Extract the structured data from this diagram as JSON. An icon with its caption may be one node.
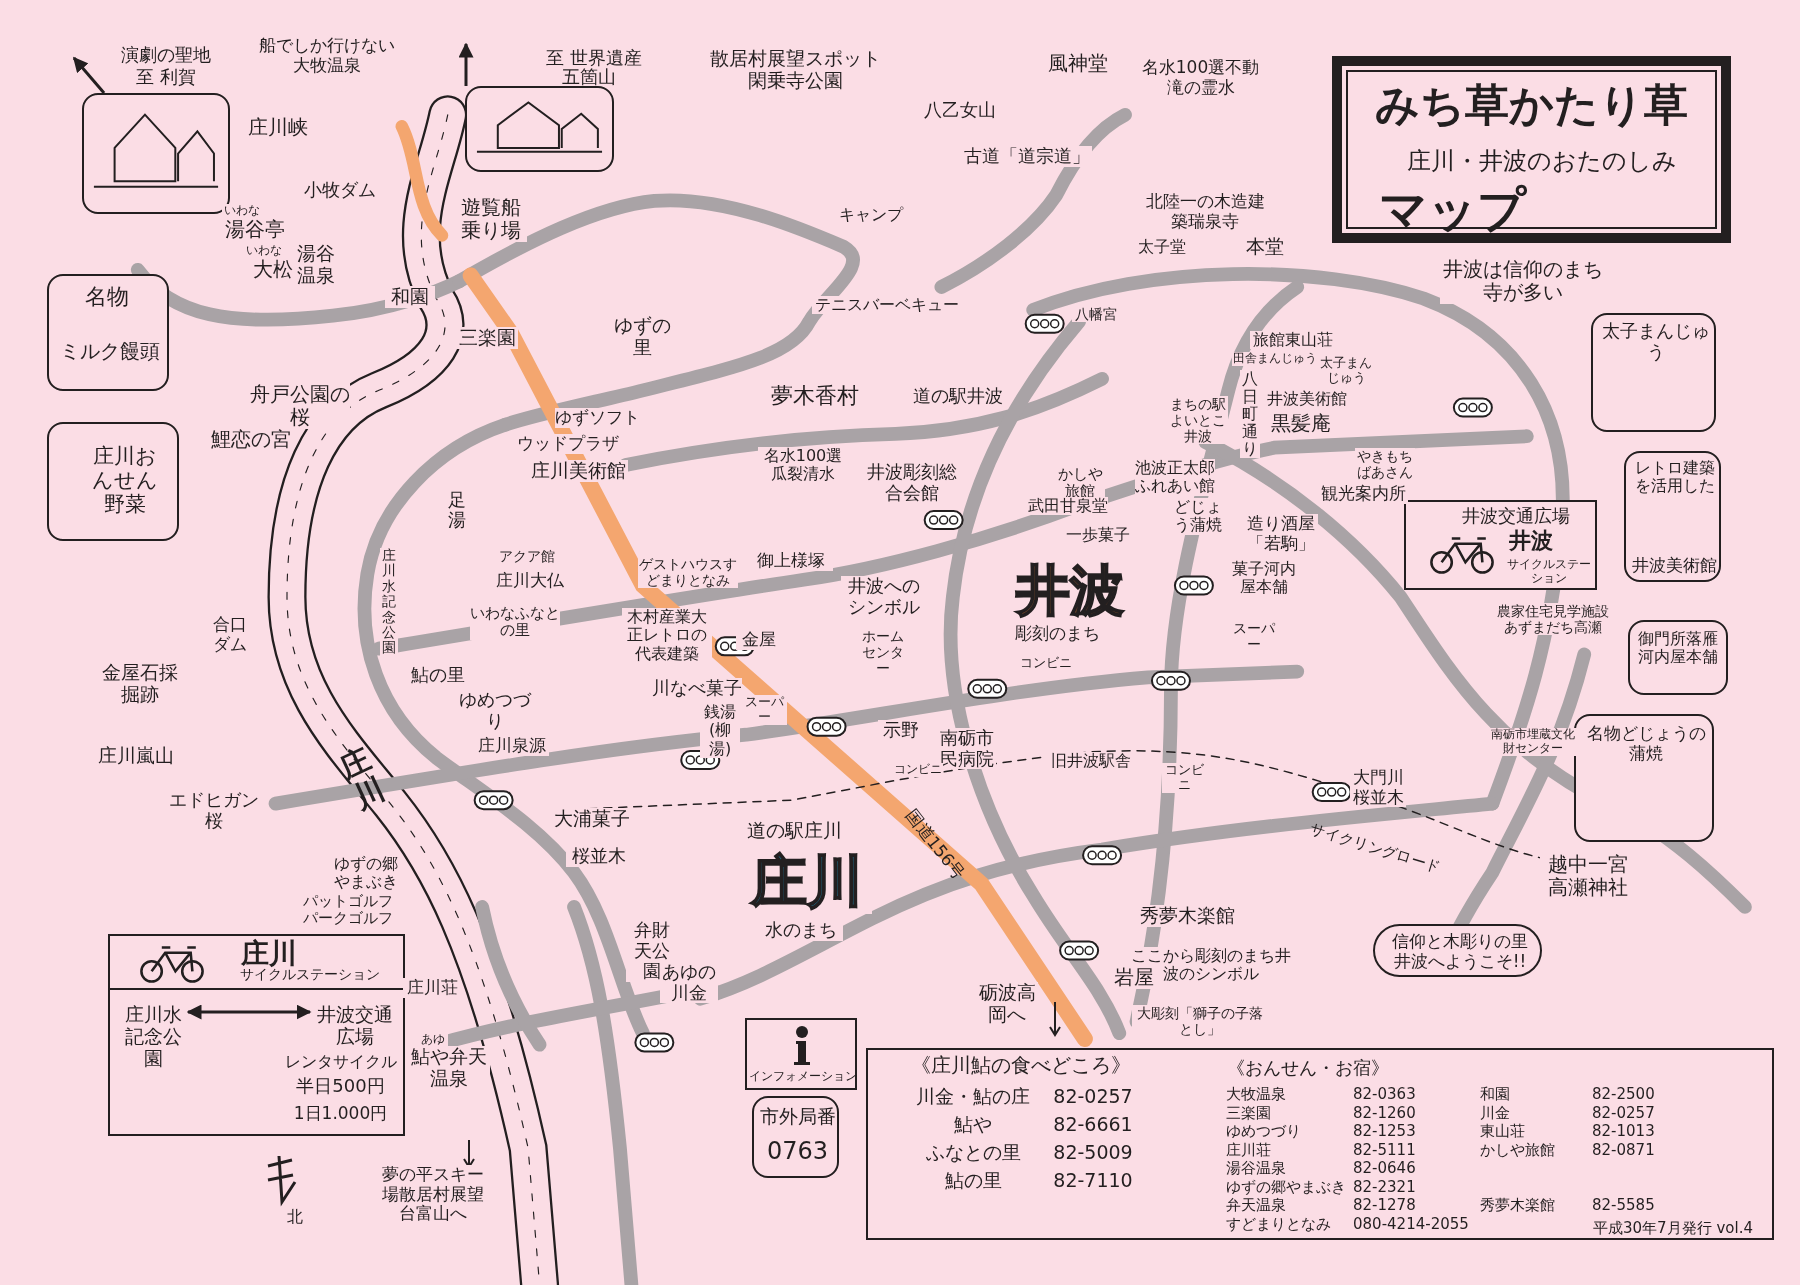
{
  "diagram": {
    "nodes": [
      {
        "text": [
          "みち草かたり草",
          "庄川・井波のおたのしみ",
          "マップ"
        ]
      },
      {
        "text": [
          "名物",
          "ミルク饅頭"
        ]
      },
      {
        "text": [
          "庄川おんせん野菜"
        ]
      },
      {
        "text": [
          "演劇の聖地",
          "至 利賀"
        ]
      },
      {
        "text": [
          "至 世界遺産",
          "五箇山"
        ]
      },
      {
        "text": [
          "太子まんじゅう"
        ]
      },
      {
        "text": [
          "レトロ建築を活用した",
          "井波美術館"
        ]
      },
      {
        "text": [
          "御門所落雁河内屋本舗"
        ]
      },
      {
        "text": [
          "名物どじょうの蒲焼"
        ]
      },
      {
        "text": [
          "井波交通広場",
          "井波",
          "サイクルステーション"
        ]
      },
      {
        "text": [
          "庄川",
          "サイクルステーション",
          "レンタサイクル",
          "半日500円",
          "1日1.000円"
        ]
      },
      {
        "text": [
          "庄川水記念公園"
        ],
        "in": 10
      },
      {
        "text": [
          "井波交通広場"
        ],
        "in": 10
      },
      {
        "text": [
          "インフォメーション"
        ]
      },
      {
        "text": [
          "市外局番",
          "0763"
        ]
      },
      {
        "text": [
          "《庄川鮎の食べどころ》",
          "川金・鮎の庄",
          "82-0257",
          "鮎や",
          "82-6661",
          "ふなとの里",
          "82-5009",
          "鮎の里",
          "82-7110",
          "《おんせん・お宿》",
          "大牧温泉",
          "82-0363",
          "和園",
          "82-2500",
          "三楽園",
          "82-1260",
          "川金",
          "82-0257",
          "ゆめつづり",
          "82-1253",
          "東山荘",
          "82-1013",
          "庄川荘",
          "82-5111",
          "かしや旅館",
          "82-0871",
          "湯谷温泉",
          "82-0646",
          "ゆずの郷やまぶき",
          "82-2321",
          "弁天温泉",
          "82-1278",
          "秀夢木楽館",
          "82-5585",
          "すどまりとなみ",
          "080-4214-2055",
          "平成30年7月発行 vol.4"
        ]
      },
      {
        "text": [
          "信仰と木彫りの里井波へようこそ!!"
        ]
      }
    ],
    "edges": [
      {
        "from": 3,
        "to": null,
        "arrow": "to"
      },
      {
        "from": 4,
        "to": null,
        "arrow": "to"
      },
      {
        "from": 11,
        "to": 12,
        "arrow": "both"
      }
    ],
    "labels": [
      "船でしか行けない大牧温泉",
      "散居村展望スポット閑乗寺公園",
      "風神堂",
      "名水100選不動滝の霊水",
      "庄川峡",
      "八乙女山",
      "古道「道宗道」",
      "小牧ダム",
      "遊覧船乗り場",
      "北陸一の木造建築瑞泉寺",
      "いわな",
      "湯谷亭",
      "キャンプ",
      "太子堂",
      "本堂",
      "いわな",
      "大松",
      "湯谷温泉",
      "井波は信仰のまち寺が多い",
      "和園",
      "ゆずの里",
      "テニスバーベキュー",
      "八幡宮",
      "三楽園",
      "田舎まんじゅう",
      "旅館東山荘",
      "太子まんじゅう",
      "舟戸公園の桜",
      "夢木香村",
      "道の駅井波",
      "まちの駅よいとこ井波",
      "八日町通り",
      "井波美術館",
      "鯉恋の宮",
      "ウッドプラザ",
      "ゆずソフト",
      "黒髪庵",
      "庄川美術館",
      "名水100選瓜裂清水",
      "井波彫刻総合会館",
      "かしや旅館",
      "池波正太郎ふれあい館",
      "やきもちばあさん",
      "足湯",
      "武田甘泉堂",
      "どじょう蒲焼",
      "造り酒屋「若駒」",
      "観光案内所",
      "庄川水記念公園",
      "アクア館",
      "ゲストハウスすどまりとなみ",
      "御上様塚",
      "一歩菓子",
      "庄川大仏",
      "井波へのシンボル",
      "井波",
      "菓子河内屋本舗",
      "合口ダム",
      "いわなふなとの里",
      "木村産業大正レトロの代表建築",
      "金屋",
      "ホームセンター",
      "彫刻のまち",
      "スーパー",
      "農家住宅見学施設あずまだち高瀬",
      "金屋石採掘跡",
      "鮎の里",
      "川なべ菓子",
      "コンビニ",
      "ゆめつづり",
      "銭湯(柳湯)",
      "スーパー",
      "庄川嵐山",
      "庄川",
      "庄川泉源",
      "示野",
      "南砺市民病院",
      "旧井波駅舎",
      "南砺市埋蔵文化財センター",
      "エドヒガン桜",
      "コンビニ",
      "コンビニ",
      "大門川桜並木",
      "大浦菓子",
      "道の駅庄川",
      "国道156号",
      "ゆずの郷やまぶき",
      "桜並木",
      "庄川",
      "サイクリングロード",
      "越中一宮高瀬神社",
      "パットゴルフパークゴルフ",
      "秀夢木楽館",
      "弁財天公園",
      "水のまち",
      "ここから彫刻のまち井波のシンボル",
      "庄川荘",
      "あゆの川金",
      "砺波高岡へ",
      "岩屋",
      "あゆ",
      "大彫刻「獅子の子落とし」",
      "鮎や弁天温泉",
      "夢の平スキー場散居村展望台富山へ",
      "北"
    ]
  }
}
